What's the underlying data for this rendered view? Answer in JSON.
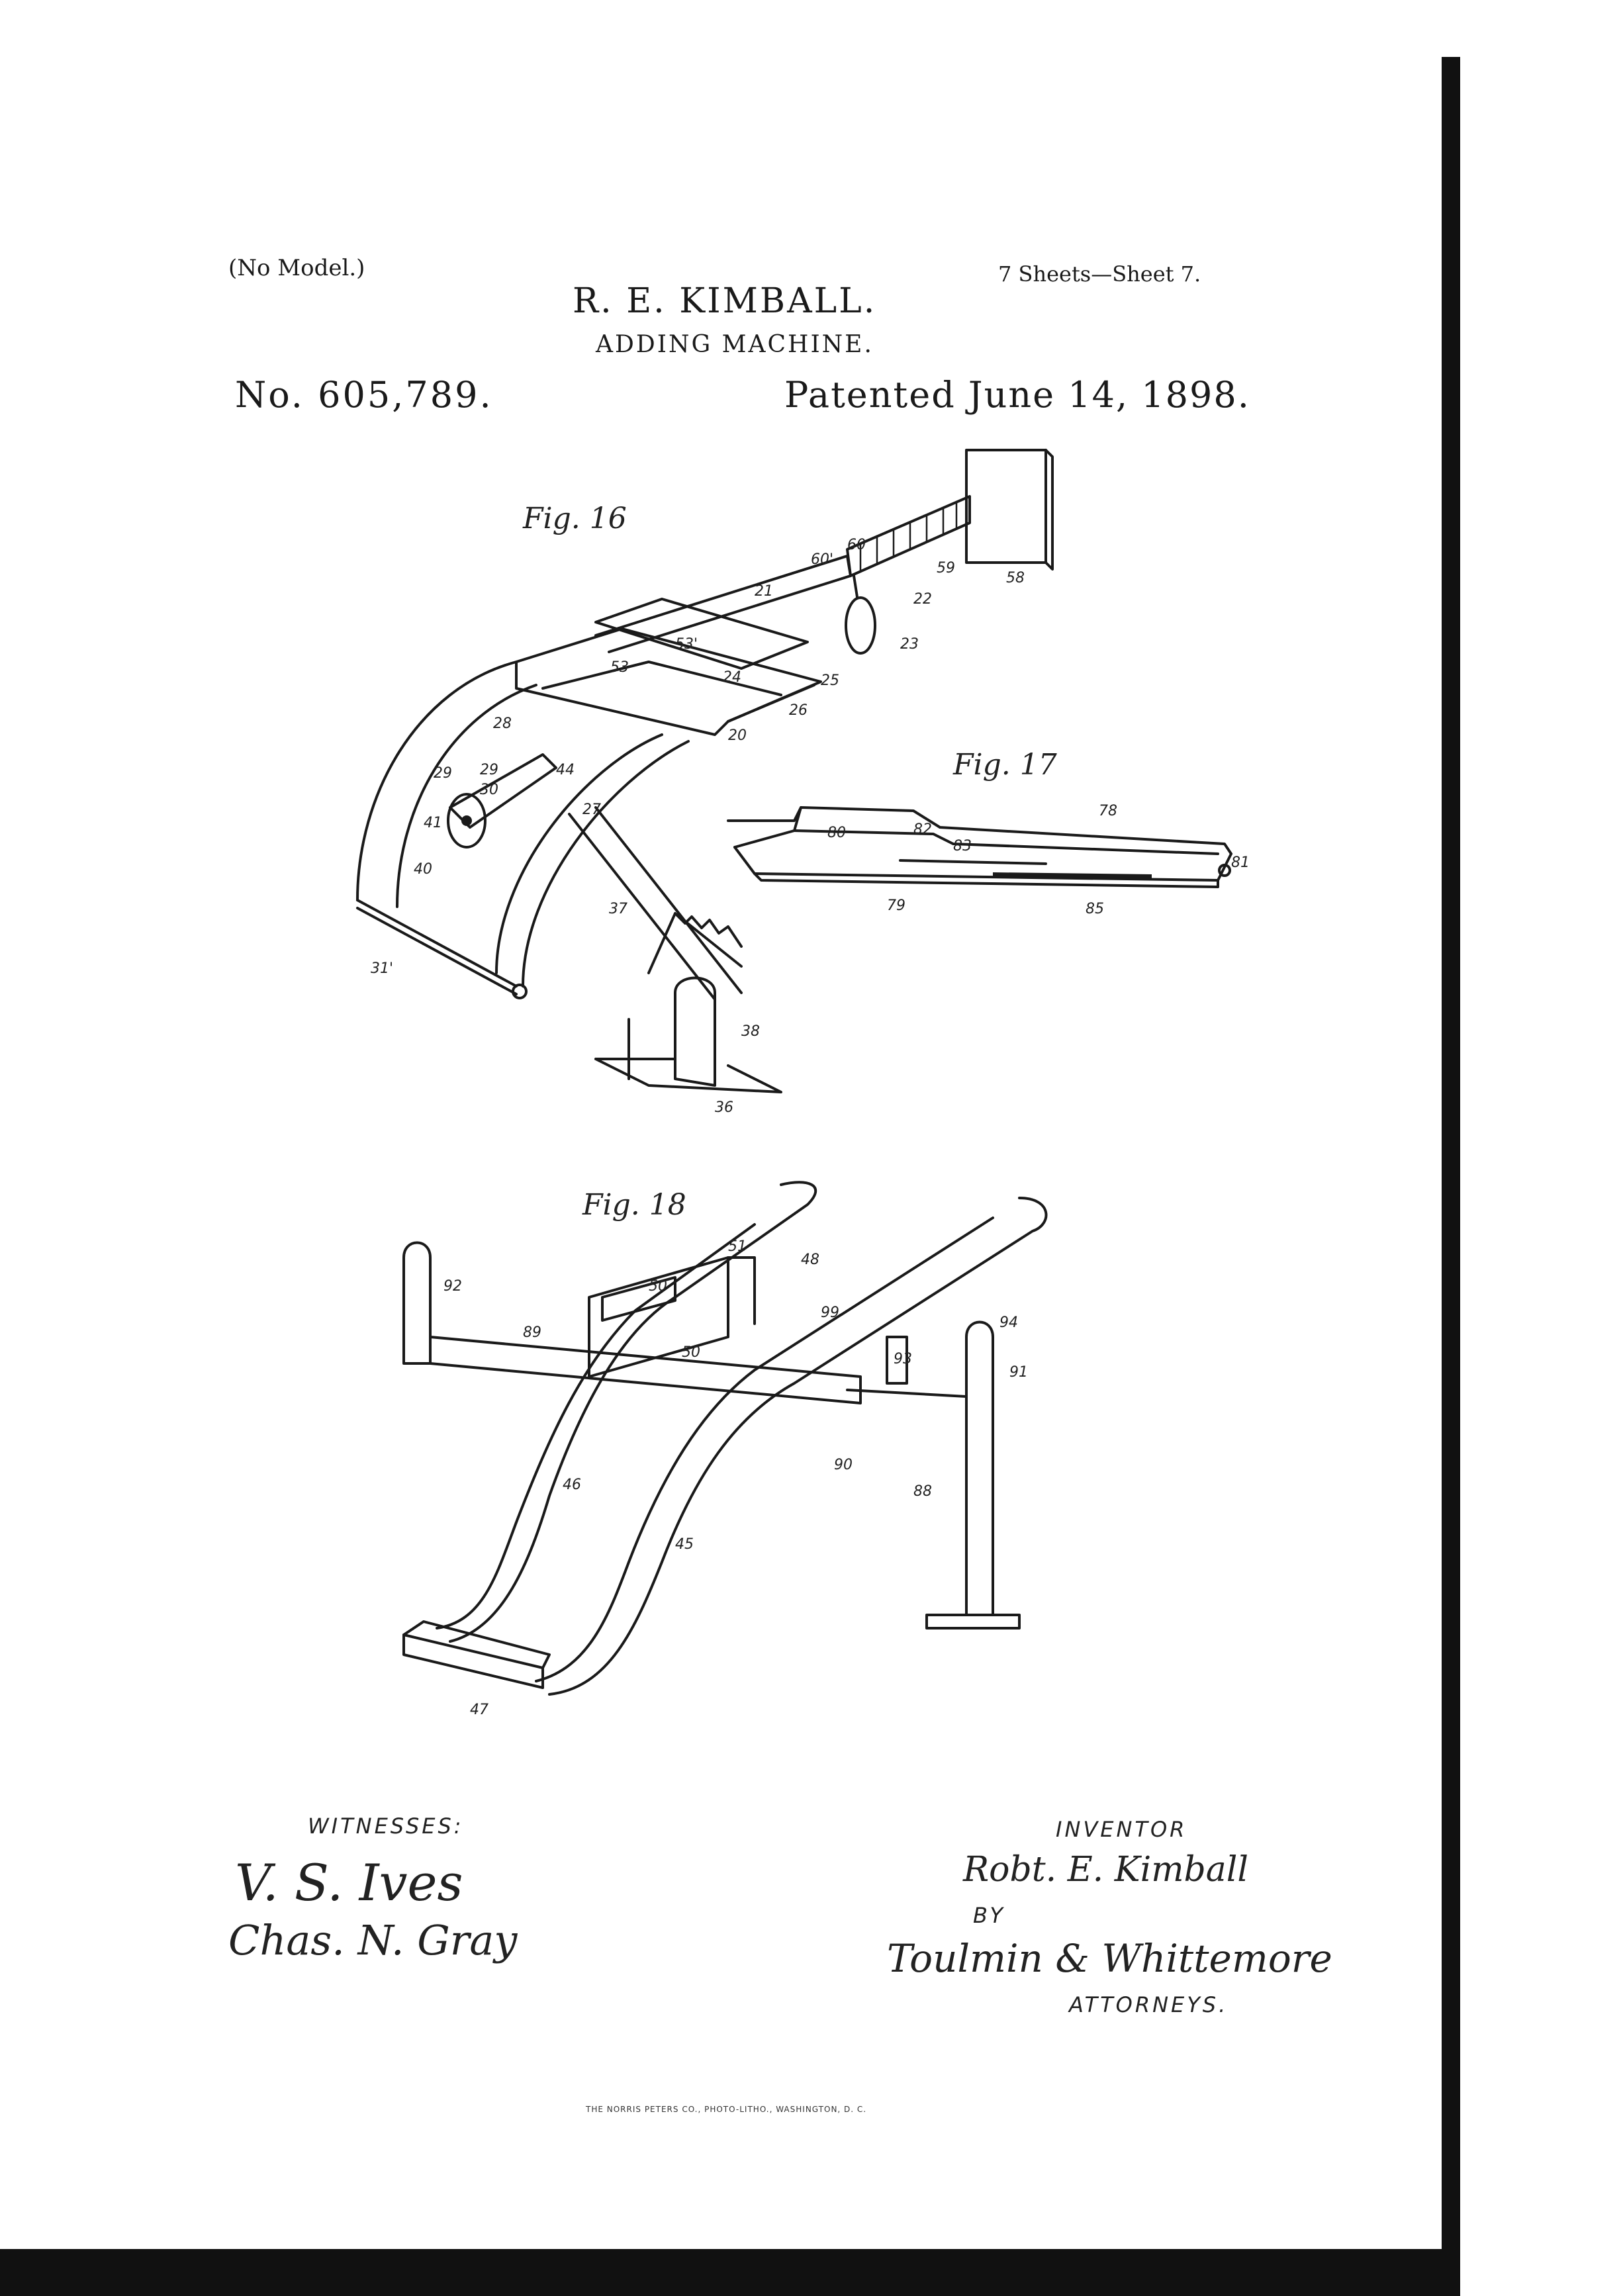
{
  "header": {
    "no_model": "(No Model.)",
    "inventor_name": "R. E. KIMBALL.",
    "invention_title": "ADDING MACHINE.",
    "sheets": "7 Sheets—Sheet 7.",
    "patent_number": "No. 605,789.",
    "patent_date": "Patented June 14, 1898."
  },
  "figures": {
    "fig16": {
      "label": "Fig. 16",
      "refs": [
        "60",
        "60'",
        "59",
        "58",
        "21",
        "22",
        "23",
        "53'",
        "53",
        "24",
        "25",
        "26",
        "28",
        "20",
        "29",
        "29",
        "30",
        "44",
        "27",
        "41",
        "40",
        "37",
        "31'",
        "38",
        "36"
      ]
    },
    "fig17": {
      "label": "Fig. 17",
      "refs": [
        "78",
        "80",
        "82",
        "83",
        "81",
        "79",
        "85"
      ]
    },
    "fig18": {
      "label": "Fig. 18",
      "refs": [
        "51",
        "48",
        "92",
        "50",
        "99",
        "89",
        "50",
        "94",
        "93",
        "91",
        "90",
        "46",
        "88",
        "45",
        "47"
      ]
    }
  },
  "signatures": {
    "witnesses_label": "WITNESSES:",
    "witness_1": "V. S. Ives",
    "witness_2": "Chas. N. Gray",
    "inventor_label": "INVENTOR",
    "inventor_signature": "Robt. E. Kimball",
    "by_label": "BY",
    "attorneys_signature": "Toulmin & Whittemore",
    "attorneys_label": "ATTORNEYS."
  },
  "footer": {
    "imprint": "THE NORRIS PETERS CO., PHOTO-LITHO., WASHINGTON, D. C."
  }
}
